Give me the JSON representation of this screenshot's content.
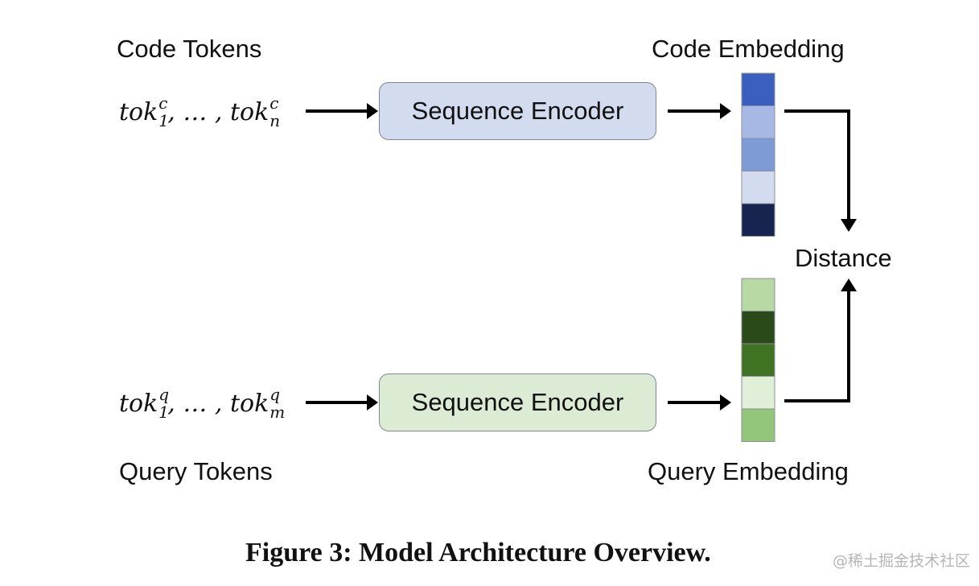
{
  "labels": {
    "code_tokens": "Code Tokens",
    "code_embedding": "Code Embedding",
    "query_tokens": "Query Tokens",
    "query_embedding": "Query Embedding",
    "distance": "Distance"
  },
  "code_input": {
    "base": "tok",
    "first_sub": "1",
    "sup": "c",
    "sep": ", … , ",
    "last_sub": "n"
  },
  "query_input": {
    "base": "tok",
    "first_sub": "1",
    "sup": "q",
    "sep": ", … , ",
    "last_sub": "m"
  },
  "encoders": {
    "code": {
      "label": "Sequence Encoder",
      "fill": "#d3dcef"
    },
    "query": {
      "label": "Sequence Encoder",
      "fill": "#dcebd4"
    }
  },
  "code_embedding_cells": [
    "#3a5fbe",
    "#a6b8e3",
    "#7f9bd6",
    "#d3dcef",
    "#17244f"
  ],
  "query_embedding_cells": [
    "#b8d9a4",
    "#2b4a1a",
    "#3f7222",
    "#e0efd7",
    "#93c57a"
  ],
  "caption": "Figure 3: Model Architecture Overview.",
  "watermark": "@稀土掘金技术社区"
}
